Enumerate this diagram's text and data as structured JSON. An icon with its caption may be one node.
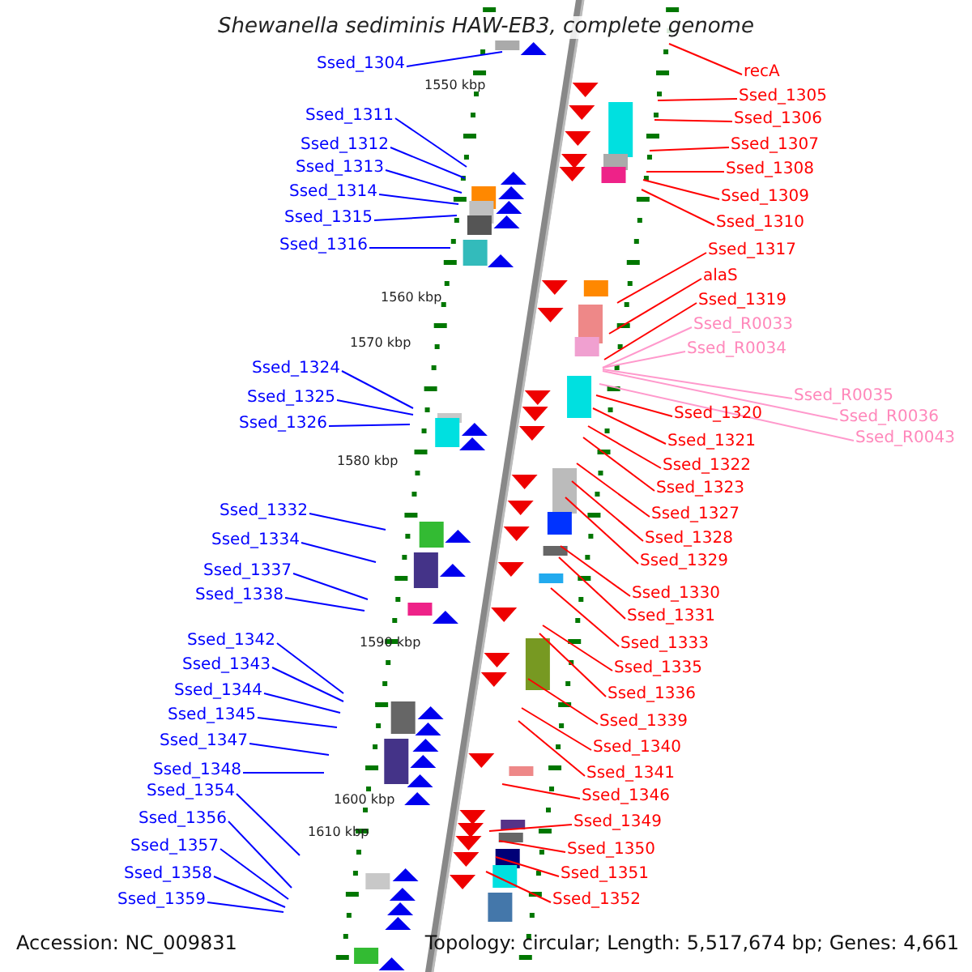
{
  "diagram": {
    "title": "Shewanella sediminis HAW-EB3, complete genome",
    "nodes": [
      {
        "text": [
          "Ssed_1304"
        ]
      },
      {
        "text": [
          "Ssed_1311"
        ]
      },
      {
        "text": [
          "Ssed_1312"
        ]
      },
      {
        "text": [
          "Ssed_1313"
        ]
      },
      {
        "text": [
          "Ssed_1314"
        ]
      },
      {
        "text": [
          "Ssed_1315"
        ]
      },
      {
        "text": [
          "Ssed_1316"
        ]
      },
      {
        "text": [
          "Ssed_1324"
        ]
      },
      {
        "text": [
          "Ssed_1325"
        ]
      },
      {
        "text": [
          "Ssed_1326"
        ]
      },
      {
        "text": [
          "Ssed_1332"
        ]
      },
      {
        "text": [
          "Ssed_1334"
        ]
      },
      {
        "text": [
          "Ssed_1337"
        ]
      },
      {
        "text": [
          "Ssed_1338"
        ]
      },
      {
        "text": [
          "Ssed_1342"
        ]
      },
      {
        "text": [
          "Ssed_1343"
        ]
      },
      {
        "text": [
          "Ssed_1344"
        ]
      },
      {
        "text": [
          "Ssed_1345"
        ]
      },
      {
        "text": [
          "Ssed_1347"
        ]
      },
      {
        "text": [
          "Ssed_1348"
        ]
      },
      {
        "text": [
          "Ssed_1354"
        ]
      },
      {
        "text": [
          "Ssed_1356"
        ]
      },
      {
        "text": [
          "Ssed_1357"
        ]
      },
      {
        "text": [
          "Ssed_1358"
        ]
      },
      {
        "text": [
          "Ssed_1359"
        ]
      },
      {
        "text": [
          "recA"
        ]
      },
      {
        "text": [
          "Ssed_1305"
        ]
      },
      {
        "text": [
          "Ssed_1306"
        ]
      },
      {
        "text": [
          "Ssed_1307"
        ]
      },
      {
        "text": [
          "Ssed_1308"
        ]
      },
      {
        "text": [
          "Ssed_1309"
        ]
      },
      {
        "text": [
          "Ssed_1310"
        ]
      },
      {
        "text": [
          "Ssed_1317"
        ]
      },
      {
        "text": [
          "alaS"
        ]
      },
      {
        "text": [
          "Ssed_1319"
        ]
      },
      {
        "text": [
          "Ssed_R0033"
        ]
      },
      {
        "text": [
          "Ssed_R0034"
        ]
      },
      {
        "text": [
          "Ssed_R0035"
        ]
      },
      {
        "text": [
          "Ssed_R0036"
        ]
      },
      {
        "text": [
          "Ssed_R0043"
        ]
      },
      {
        "text": [
          "Ssed_1320"
        ]
      },
      {
        "text": [
          "Ssed_1321"
        ]
      },
      {
        "text": [
          "Ssed_1322"
        ]
      },
      {
        "text": [
          "Ssed_1323"
        ]
      },
      {
        "text": [
          "Ssed_1327"
        ]
      },
      {
        "text": [
          "Ssed_1328"
        ]
      },
      {
        "text": [
          "Ssed_1329"
        ]
      },
      {
        "text": [
          "Ssed_1330"
        ]
      },
      {
        "text": [
          "Ssed_1331"
        ]
      },
      {
        "text": [
          "Ssed_1333"
        ]
      },
      {
        "text": [
          "Ssed_1335"
        ]
      },
      {
        "text": [
          "Ssed_1336"
        ]
      },
      {
        "text": [
          "Ssed_1339"
        ]
      },
      {
        "text": [
          "Ssed_1340"
        ]
      },
      {
        "text": [
          "Ssed_1341"
        ]
      },
      {
        "text": [
          "Ssed_1346"
        ]
      },
      {
        "text": [
          "Ssed_1349"
        ]
      },
      {
        "text": [
          "Ssed_1350"
        ]
      },
      {
        "text": [
          "Ssed_1351"
        ]
      },
      {
        "text": [
          "Ssed_1352"
        ]
      }
    ],
    "edges": [
      {
        "from": 0,
        "to": null,
        "arrow": "none",
        "color": "#0000ff"
      },
      {
        "from": 1,
        "to": null,
        "arrow": "none",
        "color": "#0000ff"
      },
      {
        "from": 2,
        "to": null,
        "arrow": "none",
        "color": "#0000ff"
      },
      {
        "from": 3,
        "to": null,
        "arrow": "none",
        "color": "#0000ff"
      },
      {
        "from": 4,
        "to": null,
        "arrow": "none",
        "color": "#0000ff"
      },
      {
        "from": 5,
        "to": null,
        "arrow": "none",
        "color": "#0000ff"
      },
      {
        "from": 6,
        "to": null,
        "arrow": "none",
        "color": "#0000ff"
      },
      {
        "from": 7,
        "to": null,
        "arrow": "none",
        "color": "#0000ff"
      },
      {
        "from": 8,
        "to": null,
        "arrow": "none",
        "color": "#0000ff"
      },
      {
        "from": 9,
        "to": null,
        "arrow": "none",
        "color": "#0000ff"
      },
      {
        "from": 10,
        "to": null,
        "arrow": "none",
        "color": "#0000ff"
      },
      {
        "from": 11,
        "to": null,
        "arrow": "none",
        "color": "#0000ff"
      },
      {
        "from": 12,
        "to": null,
        "arrow": "none",
        "color": "#0000ff"
      },
      {
        "from": 13,
        "to": null,
        "arrow": "none",
        "color": "#0000ff"
      },
      {
        "from": 14,
        "to": null,
        "arrow": "none",
        "color": "#0000ff"
      },
      {
        "from": 15,
        "to": null,
        "arrow": "none",
        "color": "#0000ff"
      },
      {
        "from": 16,
        "to": null,
        "arrow": "none",
        "color": "#0000ff"
      },
      {
        "from": 17,
        "to": null,
        "arrow": "none",
        "color": "#0000ff"
      },
      {
        "from": 18,
        "to": null,
        "arrow": "none",
        "color": "#0000ff"
      },
      {
        "from": 19,
        "to": null,
        "arrow": "none",
        "color": "#0000ff"
      },
      {
        "from": 20,
        "to": null,
        "arrow": "none",
        "color": "#0000ff"
      },
      {
        "from": 21,
        "to": null,
        "arrow": "none",
        "color": "#0000ff"
      },
      {
        "from": 22,
        "to": null,
        "arrow": "none",
        "color": "#0000ff"
      },
      {
        "from": 23,
        "to": null,
        "arrow": "none",
        "color": "#0000ff"
      },
      {
        "from": 24,
        "to": null,
        "arrow": "none",
        "color": "#0000ff"
      },
      {
        "from": 25,
        "to": null,
        "arrow": "none"
      },
      {
        "from": 26,
        "to": null,
        "arrow": "none"
      },
      {
        "from": 27,
        "to": null,
        "arrow": "none"
      },
      {
        "from": 28,
        "to": null,
        "arrow": "none"
      },
      {
        "from": 29,
        "to": null,
        "arrow": "none"
      },
      {
        "from": 30,
        "to": null,
        "arrow": "none"
      },
      {
        "from": 31,
        "to": null,
        "arrow": "none"
      },
      {
        "from": 32,
        "to": null,
        "arrow": "none"
      },
      {
        "from": 33,
        "to": null,
        "arrow": "none"
      },
      {
        "from": 34,
        "to": null,
        "arrow": "none"
      },
      {
        "from": 35,
        "to": null,
        "arrow": "none",
        "color": "#ff99cc"
      },
      {
        "from": 36,
        "to": null,
        "arrow": "none",
        "color": "#ff99cc"
      },
      {
        "from": 37,
        "to": null,
        "arrow": "none",
        "color": "#ff99cc"
      },
      {
        "from": 38,
        "to": null,
        "arrow": "none",
        "color": "#ff99cc"
      },
      {
        "from": 39,
        "to": null,
        "arrow": "none",
        "color": "#ff99cc"
      },
      {
        "from": 40,
        "to": null,
        "arrow": "none"
      },
      {
        "from": 41,
        "to": null,
        "arrow": "none"
      },
      {
        "from": 42,
        "to": null,
        "arrow": "none"
      },
      {
        "from": 43,
        "to": null,
        "arrow": "none"
      },
      {
        "from": 44,
        "to": null,
        "arrow": "none"
      },
      {
        "from": 45,
        "to": null,
        "arrow": "none"
      },
      {
        "from": 46,
        "to": null,
        "arrow": "none"
      },
      {
        "from": 47,
        "to": null,
        "arrow": "none"
      },
      {
        "from": 48,
        "to": null,
        "arrow": "none"
      },
      {
        "from": 49,
        "to": null,
        "arrow": "none"
      },
      {
        "from": 50,
        "to": null,
        "arrow": "none"
      },
      {
        "from": 51,
        "to": null,
        "arrow": "none"
      },
      {
        "from": 52,
        "to": null,
        "arrow": "none"
      },
      {
        "from": 53,
        "to": null,
        "arrow": "none"
      },
      {
        "from": 54,
        "to": null,
        "arrow": "none"
      },
      {
        "from": 55,
        "to": null,
        "arrow": "none"
      },
      {
        "from": 56,
        "to": null,
        "arrow": "none"
      },
      {
        "from": 57,
        "to": null,
        "arrow": "none"
      },
      {
        "from": 58,
        "to": null,
        "arrow": "none"
      },
      {
        "from": 59,
        "to": null,
        "arrow": "none"
      }
    ],
    "labels": [
      "1550 kbp",
      "1560 kbp",
      "1570 kbp",
      "1580 kbp",
      "1590 kbp",
      "1600 kbp",
      "1610 kbp",
      "Accession: NC_009831",
      "Topology: circular; Length: 5,517,674 bp; Genes: 4,661"
    ]
  }
}
